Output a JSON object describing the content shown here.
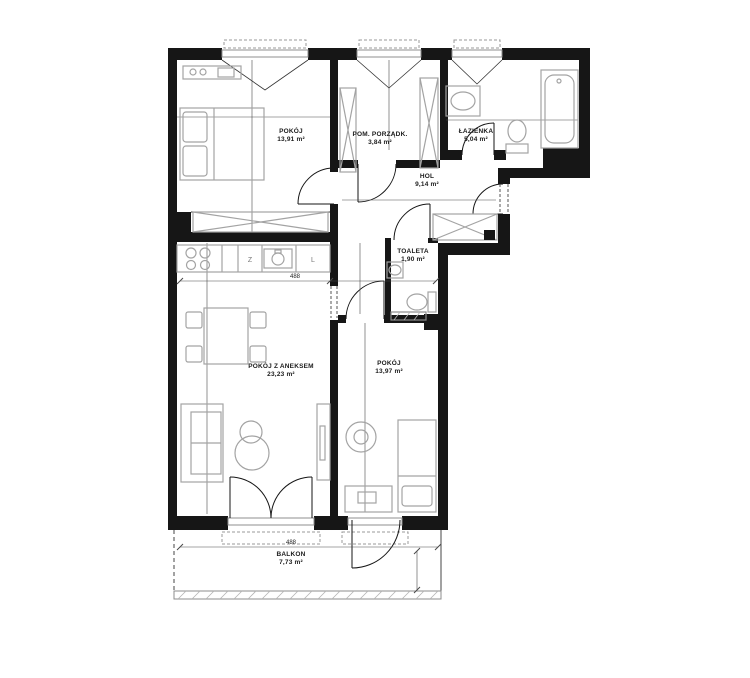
{
  "rooms": [
    {
      "name": "POKÓJ",
      "area": "13,91 m²"
    },
    {
      "name": "POM. PORZĄDK.",
      "area": "3,84 m²"
    },
    {
      "name": "ŁAZIENKA",
      "area": "5,04 m²"
    },
    {
      "name": "HOL",
      "area": "9,14 m²"
    },
    {
      "name": "TOALETA",
      "area": "1,90 m²"
    },
    {
      "name": "POKÓJ Z ANEKSEM",
      "area": "23,23 m²"
    },
    {
      "name": "POKÓJ",
      "area": "13,97 m²"
    },
    {
      "name": "BALKON",
      "area": "7,73 m²"
    }
  ],
  "kitchen": {
    "dishwasher_label": "Z",
    "fridge_label": "L"
  },
  "dimensions": {
    "living_width": "488",
    "balcony_width": "488"
  },
  "fixtures": [
    "bed",
    "wardrobe",
    "bathtub",
    "washbasin",
    "toilet",
    "kitchen-counter",
    "hob",
    "sink",
    "dining-table",
    "sofa",
    "rug",
    "tv-console",
    "desk",
    "armchair"
  ],
  "colors": {
    "wall": "#161616",
    "thin_line": "#3a3a3a",
    "furniture": "#a3a3a3",
    "glazing": "#8f8f8f",
    "text": "#1b1b1b",
    "background": "#ffffff"
  }
}
